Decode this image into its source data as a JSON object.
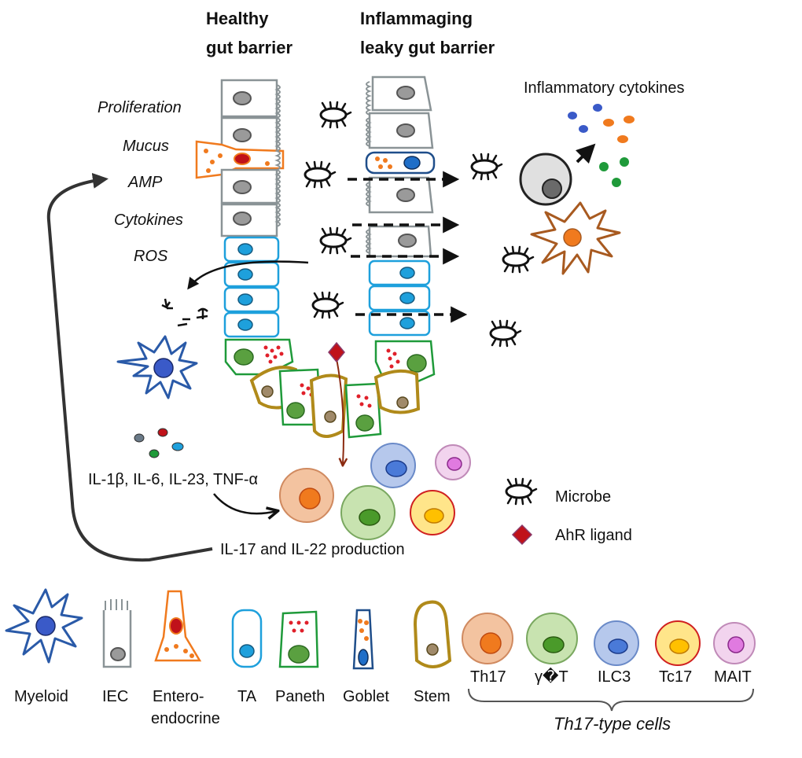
{
  "headers": {
    "healthy": [
      "Healthy",
      "gut barrier"
    ],
    "inflamed": [
      "Inflammaging",
      "leaky gut barrier"
    ]
  },
  "functions": [
    "Proliferation",
    "Mucus",
    "AMP",
    "Cytokines",
    "ROS"
  ],
  "inflammatory_cytokines": "Inflammatory cytokines",
  "myeloid_cytokines": "IL-1β, IL-6, IL-23, TNF-α",
  "il_production": "IL-17 and IL-22 production",
  "legend": {
    "microbe": "Microbe",
    "ahr_ligand": "AhR ligand"
  },
  "cell_types": [
    {
      "name": "Myeloid"
    },
    {
      "name": "IEC"
    },
    {
      "name": [
        "Entero-",
        "endocrine"
      ]
    },
    {
      "name": "TA"
    },
    {
      "name": "Paneth"
    },
    {
      "name": "Goblet"
    },
    {
      "name": "Stem"
    },
    {
      "name": "Th17"
    },
    {
      "name": "γ�T"
    },
    {
      "name": "ILC3"
    },
    {
      "name": "Tc17"
    },
    {
      "name": "MAIT"
    }
  ],
  "th17_group": "Th17-type cells",
  "colors": {
    "iec": "#8a9396",
    "ta": "#1ea0dc",
    "enteroendocrine": "#f07a1e",
    "paneth": "#1f9a3a",
    "goblet": "#1f4e8a",
    "stem": "#b08a1a",
    "myeloid": "#2a5aa8",
    "inflamed_myeloid": "#a85a20",
    "ahr": "#c0121a",
    "th17": "#f3c3a0",
    "gdt": "#c8e3b0",
    "ilc3": "#b6c8ec",
    "tc17": "#ffe58a",
    "mait": "#f2d4ee"
  }
}
